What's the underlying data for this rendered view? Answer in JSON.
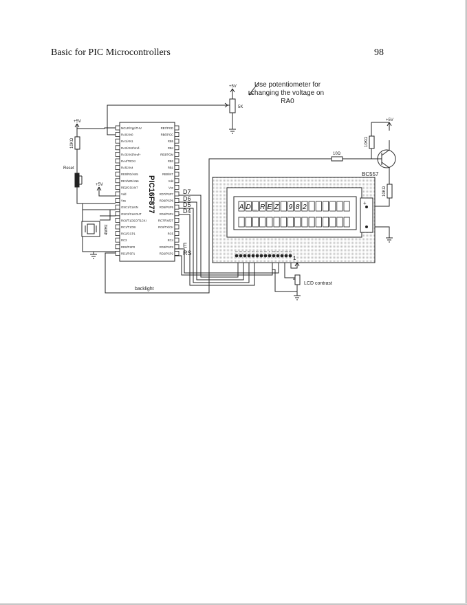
{
  "header": {
    "title": "Basic for PIC Microcontrollers",
    "page_number": "98"
  },
  "diagram": {
    "annotation": [
      "Use potentiometer for",
      "changing the voltage on",
      "RA0"
    ],
    "pot_value": "5K",
    "supply_label": "+5V",
    "reset_label": "Reset",
    "pullup_value": "10KΩ",
    "crystal_value": "4MHz",
    "mcu_name": "PIC16F877",
    "mcu_pins_left": [
      "MCLR/Vpp/THV",
      "RA0/AN0",
      "RA1/AN1",
      "RA2/AN2/Vref-",
      "RA3/AN3/Vref+",
      "RA4/T0CKI",
      "RA5/AN4",
      "RE0/RD/AN5",
      "RE1/WR/AN6",
      "RE2/CS/AN7",
      "Vdd",
      "Vss",
      "OSC1/CLKIN",
      "OSC2/CLKOUT",
      "RC0/T1OSO/T1CKI",
      "RC1/T1OSI",
      "RC2/CCP1",
      "RC3",
      "RD0/PSP0",
      "RD1/PSP1"
    ],
    "mcu_pins_right": [
      "RB7/PGD",
      "RB6/PGC",
      "RB5",
      "RB4",
      "RB3/PGM",
      "RB2",
      "RB1",
      "RB0/INT",
      "Vdd",
      "Vss",
      "RD7/PSP7",
      "RD6/PSP6",
      "RD5/PSP5",
      "RD4/PSP4",
      "RC7/RX/DT",
      "RC6/TX/CK",
      "RC5",
      "RC4",
      "RD3/PSP3",
      "RD2/PSP2"
    ],
    "data_labels": [
      "D7",
      "D6",
      "D5",
      "D4"
    ],
    "e_label": "E",
    "rs_label": "RS",
    "backlight_label": "backlight",
    "lcd_contrast_label": "LCD contrast",
    "transistor_label": "BC557",
    "base_resistor": "10KΩ",
    "series_resistor": "10Ω",
    "emitter_resistor": "10KΩ",
    "lcd_text": [
      "A",
      "D",
      "_",
      "R",
      "E",
      "Z",
      "",
      "9",
      "8",
      "2"
    ],
    "lcd_cols": 16,
    "lcd_pin_labels": [
      "D7",
      "D6",
      "D5",
      "D4",
      "D3",
      "D2",
      "D1",
      "D0",
      "E",
      "R/W",
      "RS",
      "Vee",
      "Vdd",
      "Vss"
    ],
    "lcd_pin1_label": "1",
    "backlight_plus": "+"
  }
}
